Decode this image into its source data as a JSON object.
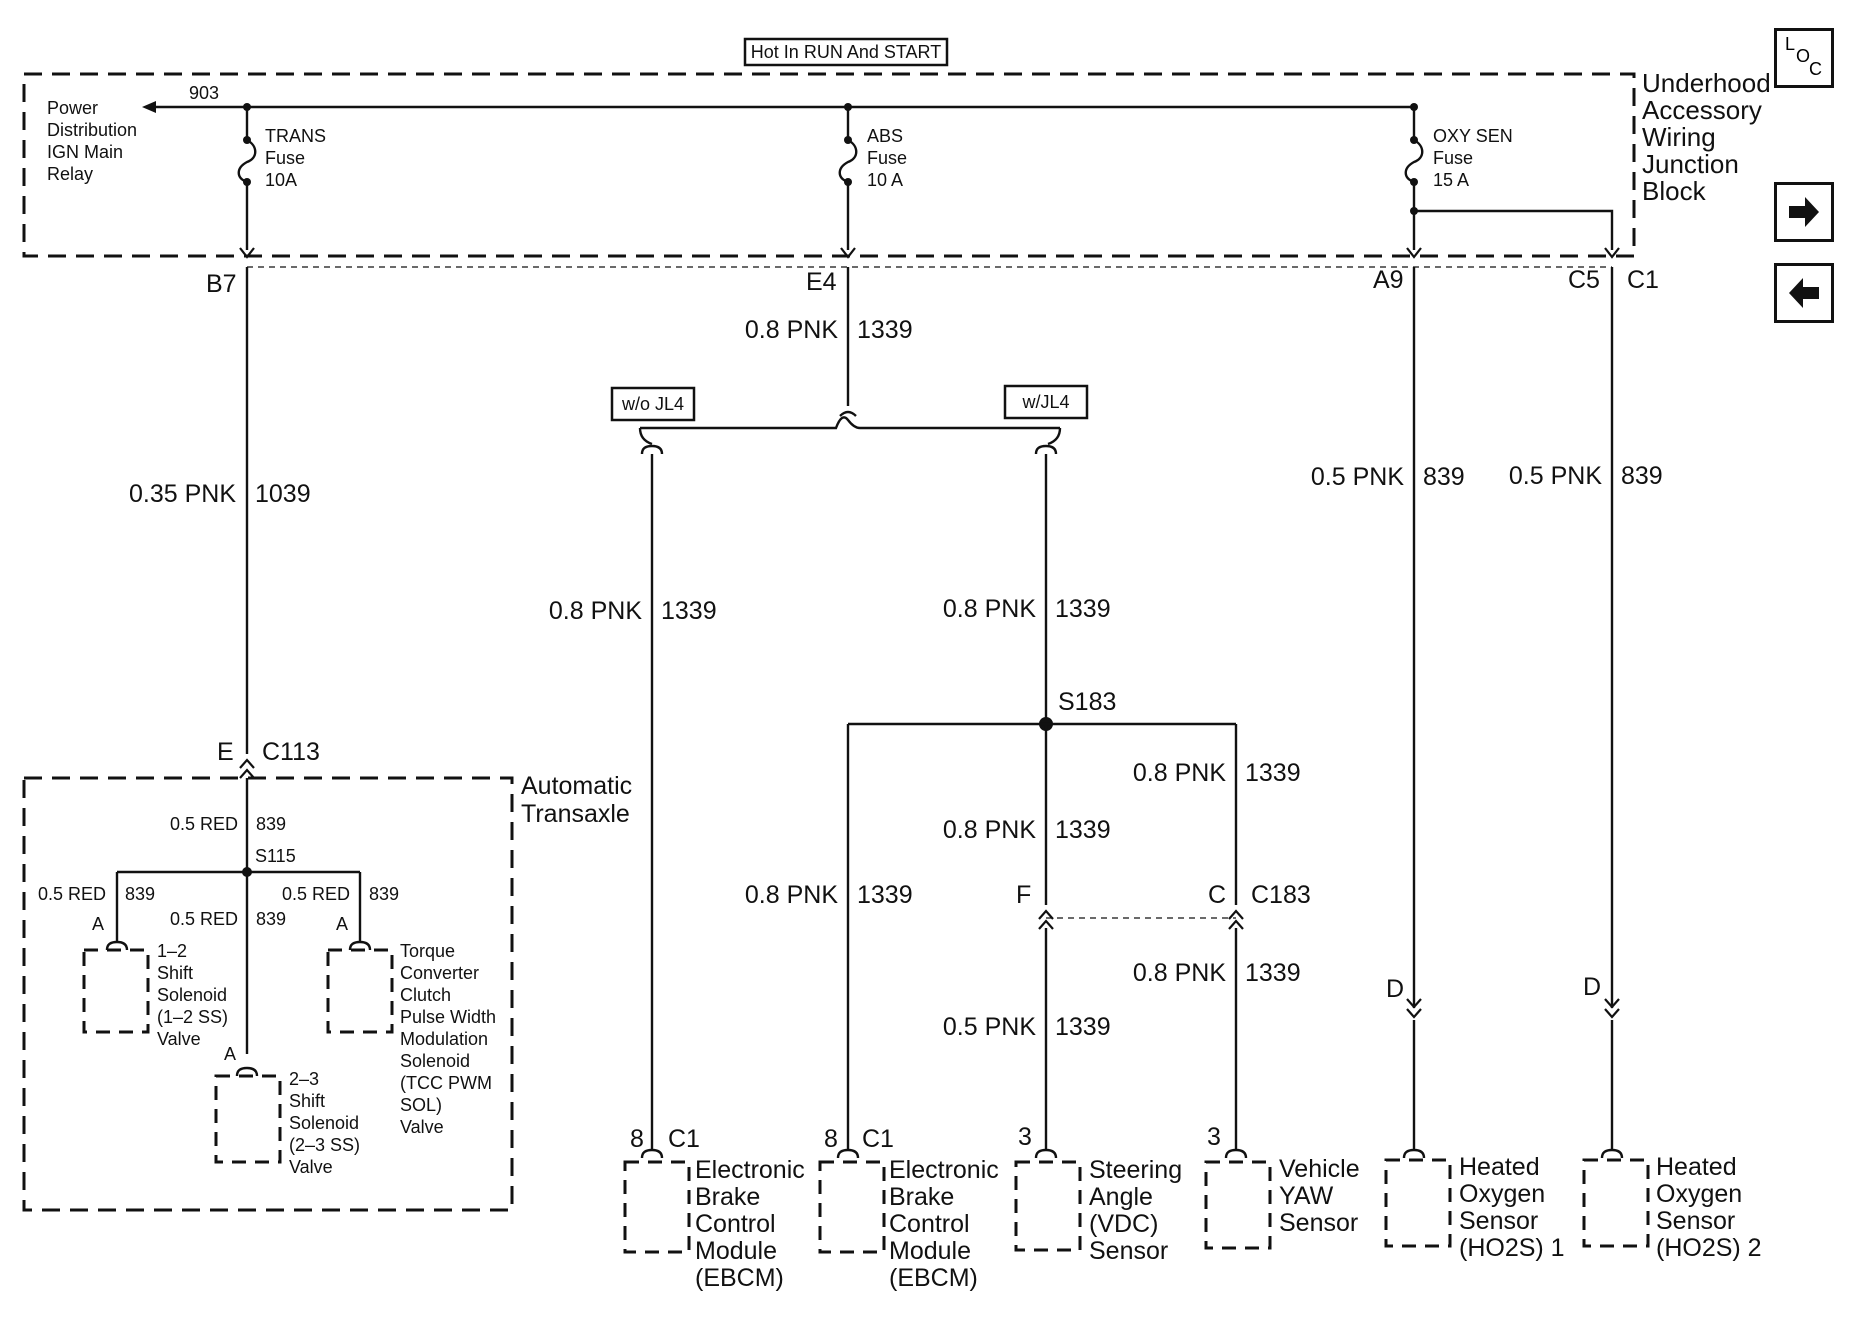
{
  "header": {
    "hot_label": "Hot In RUN And START"
  },
  "junction_block": {
    "label_lines": [
      "Underhood",
      "Accessory",
      "Wiring",
      "Junction",
      "Block"
    ],
    "source": {
      "wire": "903",
      "label_lines": [
        "Power",
        "Distribution",
        "IGN Main",
        "Relay"
      ]
    },
    "fuses": [
      {
        "name": "TRANS",
        "word": "Fuse",
        "rating": "10A",
        "terminal": "B7"
      },
      {
        "name": "ABS",
        "word": "Fuse",
        "rating": "10 A",
        "terminal": "E4"
      },
      {
        "name": "OXY SEN",
        "word": "Fuse",
        "rating": "15 A",
        "terminal": "A9"
      }
    ],
    "connector_c5": "C5",
    "connector_c1": "C1"
  },
  "wires": {
    "trans": {
      "gauge": "0.35 PNK",
      "circuit": "1039"
    },
    "abs_main": {
      "gauge": "0.8 PNK",
      "circuit": "1339"
    },
    "ebcm_a": {
      "gauge": "0.8 PNK",
      "circuit": "1339"
    },
    "ebcm_b_feed": {
      "gauge": "0.8 PNK",
      "circuit": "1339"
    },
    "ebcm_b": {
      "gauge": "0.8 PNK",
      "circuit": "1339"
    },
    "steer_upper": {
      "gauge": "0.8 PNK",
      "circuit": "1339"
    },
    "steer_lower": {
      "gauge": "0.5 PNK",
      "circuit": "1339"
    },
    "yaw_upper": {
      "gauge": "0.8 PNK",
      "circuit": "1339"
    },
    "yaw_lower": {
      "gauge": "0.8 PNK",
      "circuit": "1339"
    },
    "ho2s1": {
      "gauge": "0.5 PNK",
      "circuit": "839"
    },
    "ho2s2": {
      "gauge": "0.5 PNK",
      "circuit": "839"
    },
    "trans_in": {
      "gauge": "0.5 RED",
      "circuit": "839"
    },
    "sol12": {
      "gauge": "0.5 RED",
      "circuit": "839"
    },
    "sol23": {
      "gauge": "0.5 RED",
      "circuit": "839"
    },
    "tcc": {
      "gauge": "0.5 RED",
      "circuit": "839"
    }
  },
  "options": {
    "without": "w/o JL4",
    "with": "w/JL4"
  },
  "splices": {
    "s183": "S183",
    "s115": "S115"
  },
  "connectors": {
    "c113": {
      "pin": "E",
      "name": "C113"
    },
    "c183": {
      "pin_steer": "F",
      "pin_yaw": "C",
      "name": "C183"
    }
  },
  "transaxle": {
    "label_lines": [
      "Automatic",
      "Transaxle"
    ],
    "components": [
      {
        "pin": "A",
        "label_lines": [
          "1–2",
          "Shift",
          "Solenoid",
          "(1–2 SS)",
          "Valve"
        ]
      },
      {
        "pin": "A",
        "label_lines": [
          "2–3",
          "Shift",
          "Solenoid",
          "(2–3 SS)",
          "Valve"
        ]
      },
      {
        "pin": "A",
        "label_lines": [
          "Torque",
          "Converter",
          "Clutch",
          "Pulse Width",
          "Modulation",
          "Solenoid",
          "(TCC PWM",
          "SOL)",
          "Valve"
        ]
      }
    ]
  },
  "bottom_components": [
    {
      "pin": "8",
      "conn": "C1",
      "label_lines": [
        "Electronic",
        "Brake",
        "Control",
        "Module",
        "(EBCM)"
      ]
    },
    {
      "pin": "8",
      "conn": "C1",
      "label_lines": [
        "Electronic",
        "Brake",
        "Control",
        "Module",
        "(EBCM)"
      ]
    },
    {
      "pin": "3",
      "conn": "",
      "label_lines": [
        "Steering",
        "Angle",
        "(VDC)",
        "Sensor"
      ]
    },
    {
      "pin": "3",
      "conn": "",
      "label_lines": [
        "Vehicle",
        "YAW",
        "Sensor"
      ]
    },
    {
      "pin": "D",
      "conn": "",
      "label_lines": [
        "Heated",
        "Oxygen",
        "Sensor",
        "(HO2S) 1"
      ]
    },
    {
      "pin": "D",
      "conn": "",
      "label_lines": [
        "Heated",
        "Oxygen",
        "Sensor",
        "(HO2S) 2"
      ]
    }
  ],
  "navigation": {
    "loc": [
      "L",
      "O",
      "C"
    ],
    "next_icon": "arrow-right-icon",
    "prev_icon": "arrow-left-icon"
  }
}
